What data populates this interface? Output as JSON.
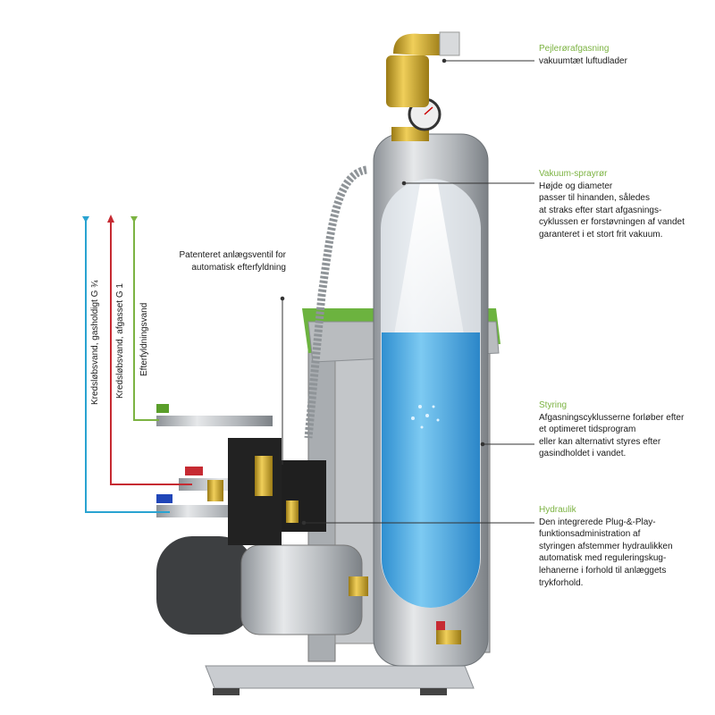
{
  "callouts": [
    {
      "heading": "Pejlerørafgasning",
      "body": "vakuumtæt luftudlader"
    },
    {
      "heading": "Vakuum-sprayrør",
      "body": "Højde og diameter\npasser til hinanden, således\nat straks efter start afgasnings-\ncyklussen er forstøvningen af vandet\ngaranteret i et stort frit vakuum."
    },
    {
      "heading": "Styring",
      "body": "Afgasningscyklusserne forløber efter\net optimeret tidsprogram\neller kan alternativt styres efter\ngasindholdet i vandet."
    },
    {
      "heading": "Hydraulik",
      "body": "Den integrerede Plug-&-Play-\nfunktionsadministration af\nstyringen afstemmer hydraulikken\nautomatisk med reguleringskug-\nlehanerne i forhold til anlæggets\ntrykforhold."
    }
  ],
  "patent_label": "Patenteret anlægsventil for\nautomatisk efterfyldning",
  "flow_lines": [
    {
      "label": "Kredsløbsvand, gasholdigt  G ¾",
      "color": "#29a3d1"
    },
    {
      "label": "Kredsløbsvand, afgasset G 1",
      "color": "#c62a32"
    },
    {
      "label": "Efterfyldningsvand",
      "color": "#7cb342"
    }
  ],
  "colors": {
    "accent_green": "#7cb342",
    "water": "#4fb3e8",
    "steel": "#b8bcc0",
    "brass": "#c9a227"
  }
}
